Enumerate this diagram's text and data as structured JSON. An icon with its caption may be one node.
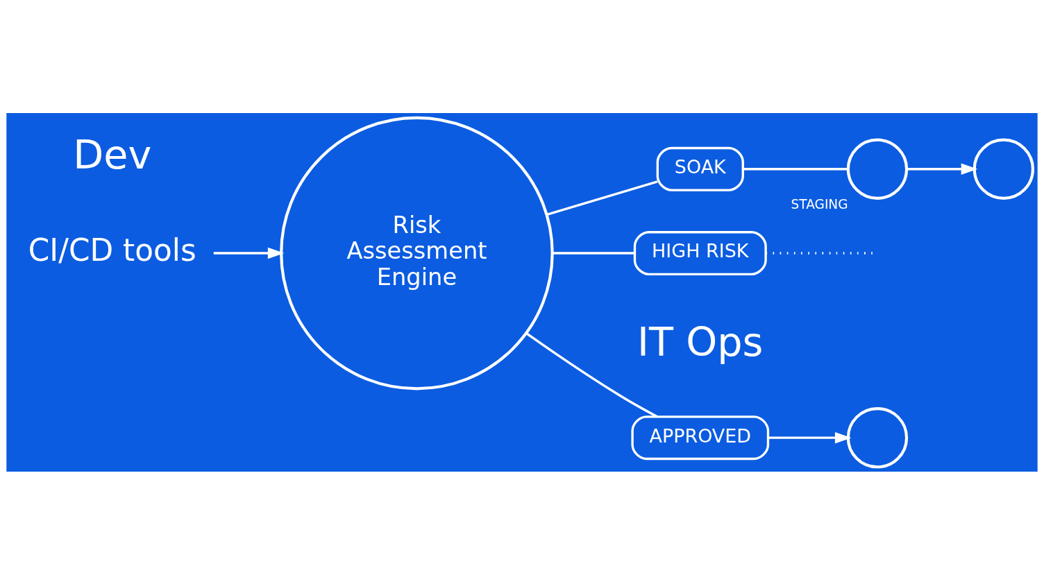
{
  "diagram": {
    "nodes": [
      {
        "text": [
          "CI/CD tools"
        ]
      },
      {
        "text": [
          "Risk Assessment Engine"
        ]
      },
      {
        "text": [
          "APPROVED"
        ]
      },
      {
        "text": [],
        "shape": "circle"
      },
      {
        "text": [
          "SOAK"
        ]
      },
      {
        "text": [],
        "shape": "circle",
        "beside": [
          "STAGING"
        ]
      },
      {
        "text": [],
        "shape": "circle"
      },
      {
        "text": [
          "HIGH RISK"
        ]
      }
    ],
    "edges": [
      {
        "from": 0,
        "to": 1,
        "arrow": "to"
      },
      {
        "from": 1,
        "to": 2,
        "arrow": "none"
      },
      {
        "from": 2,
        "to": 3,
        "arrow": "to"
      },
      {
        "from": 1,
        "to": 4,
        "arrow": "none"
      },
      {
        "from": 4,
        "to": 5,
        "arrow": "none"
      },
      {
        "from": 5,
        "to": 6,
        "arrow": "to"
      },
      {
        "from": 1,
        "to": 7,
        "arrow": "none"
      },
      {
        "from": 7,
        "to": null,
        "arrow": "none",
        "style": "dashed"
      }
    ],
    "labels": [
      "Dev",
      "IT Ops"
    ]
  }
}
